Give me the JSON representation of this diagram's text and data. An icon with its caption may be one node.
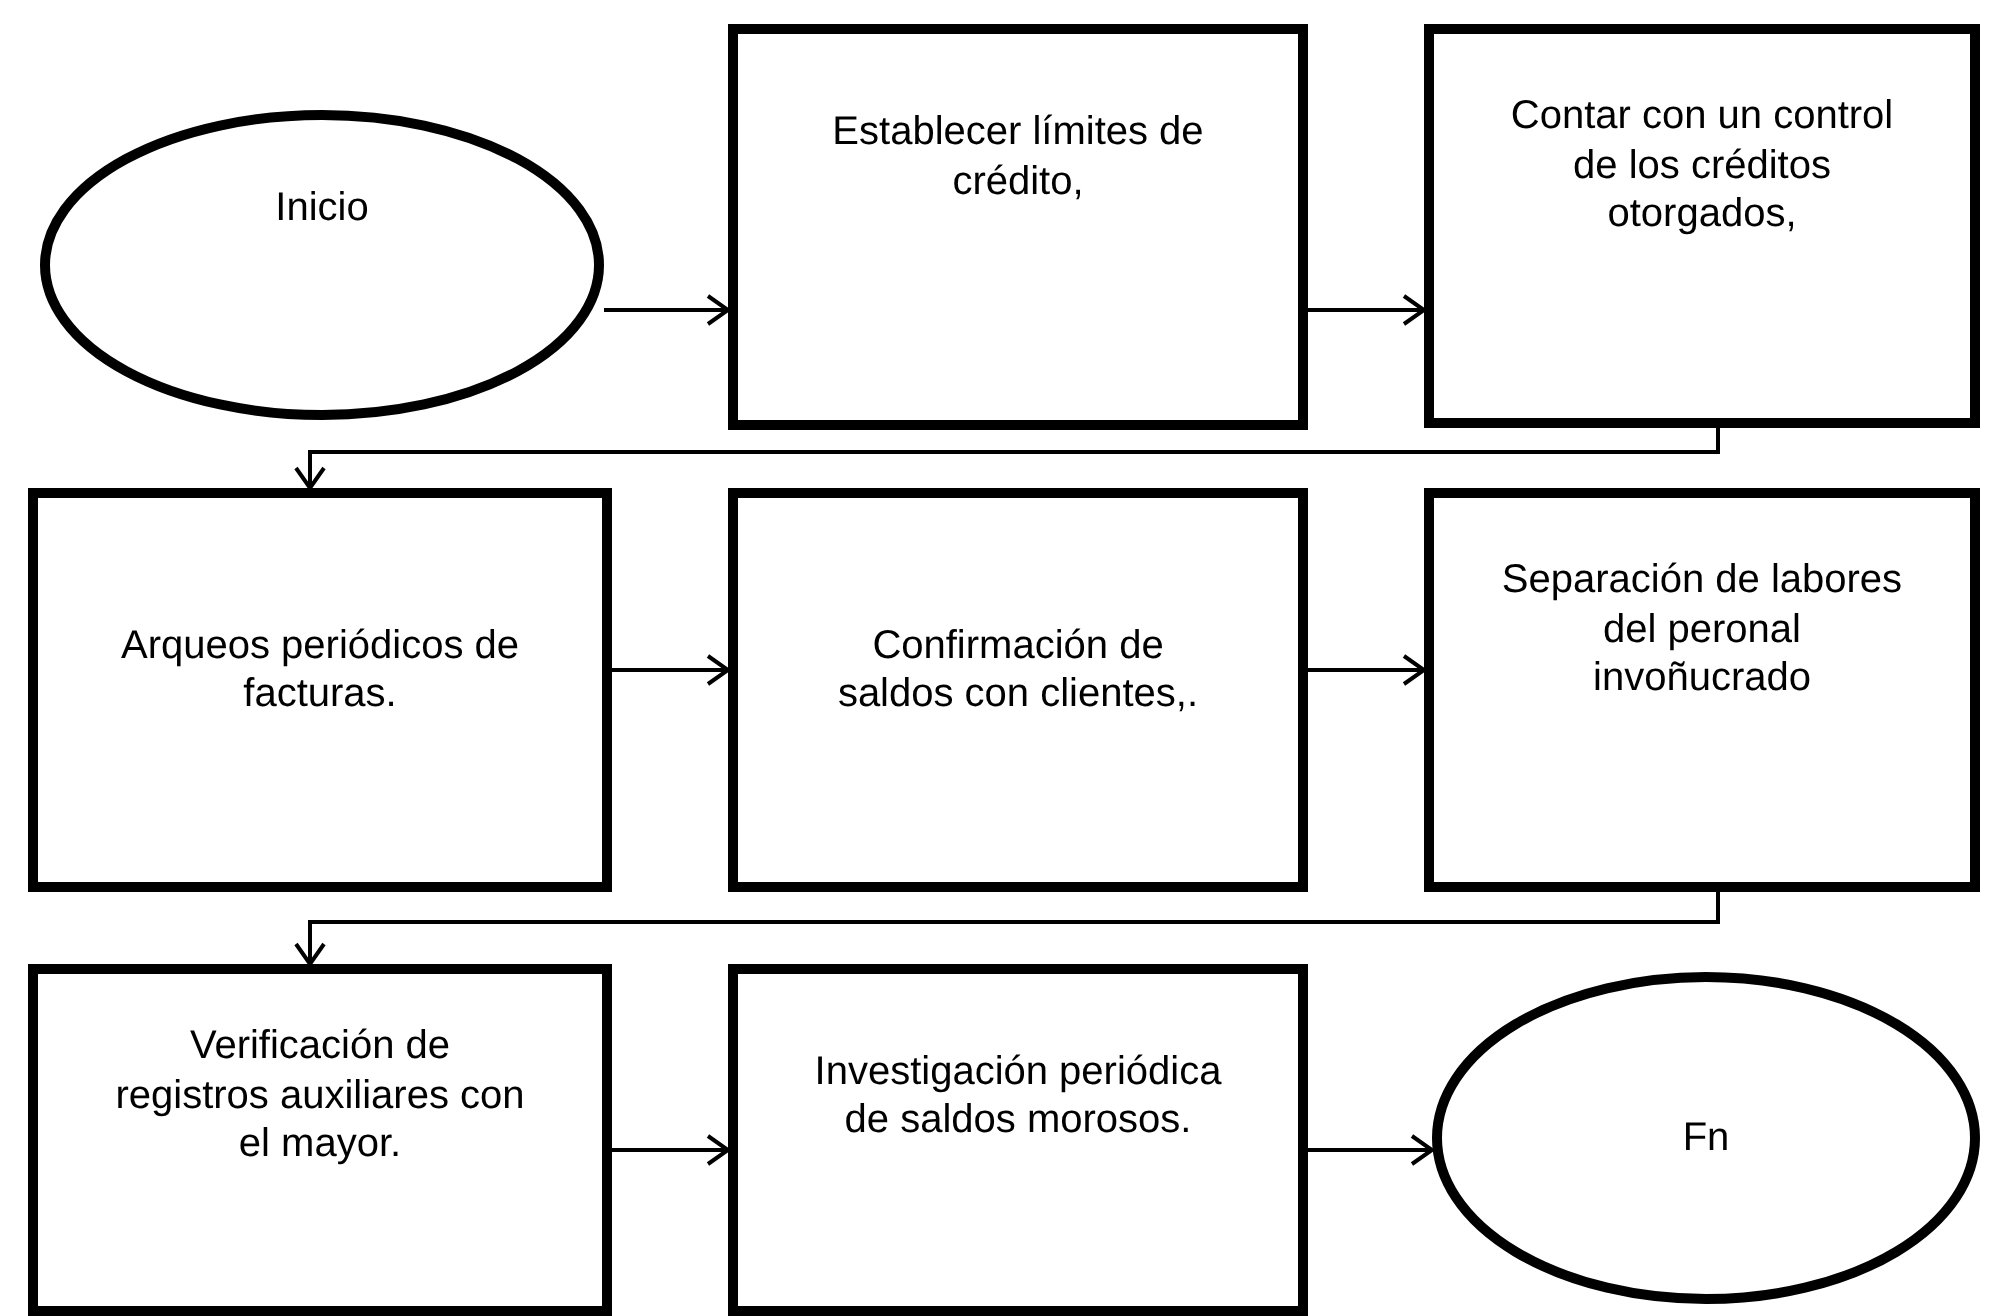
{
  "diagram": {
    "nodes": [
      {
        "text": [
          "Inicio"
        ]
      },
      {
        "text": [
          "Establecer límites de crédito,"
        ]
      },
      {
        "text": [
          "Contar con un control de los créditos otorgados,"
        ]
      },
      {
        "text": [
          "Arqueos periódicos de facturas."
        ]
      },
      {
        "text": [
          "Confirmación de saldos con clientes,."
        ]
      },
      {
        "text": [
          "Separación de labores del peronal invoñucrado"
        ]
      },
      {
        "text": [
          "Verificación de registros auxiliares con el mayor."
        ]
      },
      {
        "text": [
          "Investigación periódica de saldos morosos."
        ]
      },
      {
        "text": [
          "Fn"
        ]
      }
    ],
    "edges": [
      {
        "from": 0,
        "to": 1,
        "arrow": "to"
      },
      {
        "from": 1,
        "to": 2,
        "arrow": "to"
      },
      {
        "from": 2,
        "to": 3,
        "arrow": "to"
      },
      {
        "from": 3,
        "to": 4,
        "arrow": "to"
      },
      {
        "from": 4,
        "to": 5,
        "arrow": "to"
      },
      {
        "from": 5,
        "to": 6,
        "arrow": "to"
      },
      {
        "from": 6,
        "to": 7,
        "arrow": "to"
      },
      {
        "from": 7,
        "to": 8,
        "arrow": "to"
      }
    ]
  }
}
